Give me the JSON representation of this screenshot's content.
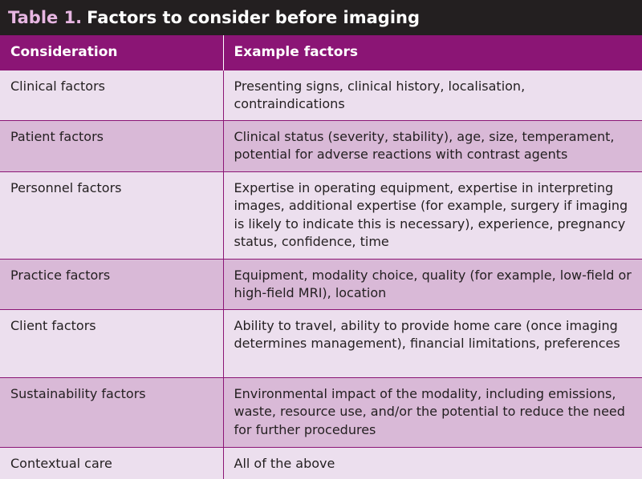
{
  "title": {
    "label": "Table 1.",
    "text": "Factors to consider before imaging"
  },
  "columns": [
    "Consideration",
    "Example factors"
  ],
  "rows": [
    {
      "consideration": "Clinical factors",
      "factors": "Presenting signs, clinical history, localisation, contraindications"
    },
    {
      "consideration": "Patient factors",
      "factors": "Clinical status (severity, stability), age, size, temperament, potential for adverse reactions with contrast agents"
    },
    {
      "consideration": "Personnel factors",
      "factors": "Expertise in operating equipment, expertise in interpreting images, additional expertise (for example, surgery if imaging is likely to indicate this is necessary), experience, pregnancy status, confidence, time"
    },
    {
      "consideration": "Practice factors",
      "factors": "Equipment, modality choice, quality (for example, low-field or high-field MRI), location"
    },
    {
      "consideration": "Client factors",
      "factors": "Ability to travel, ability to provide home care (once imaging determines management), financial limitations, preferences"
    },
    {
      "consideration": "Sustainability factors",
      "factors": "Environmental impact of the modality, including emissions, waste, resource use, and/or the potential to reduce the need for further procedures"
    },
    {
      "consideration": "Contextual care",
      "factors": "All of the above"
    }
  ],
  "colors": {
    "title_bg": "#231f20",
    "title_label": "#e7b6e2",
    "header_bg": "#8b1575",
    "row_light": "#ecdfee",
    "row_dark": "#d9b9d7"
  }
}
